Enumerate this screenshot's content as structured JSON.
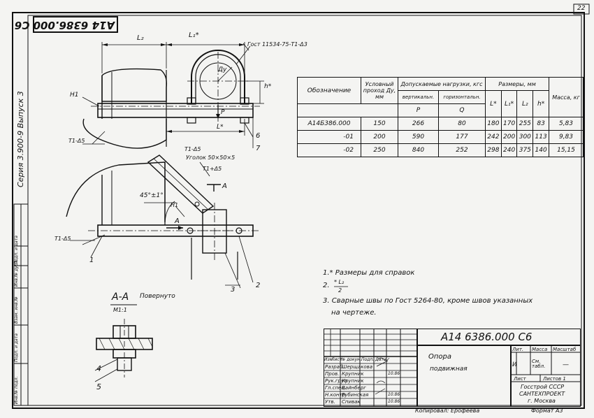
{
  "sheet": {
    "page_number": "22",
    "designation_rotated": "A14 6386.000 C6",
    "series_label": "Серия 3.900-9  Выпуск 3"
  },
  "drawing_labels": {
    "L2": "L₂",
    "L1": "L₁*",
    "gost_clamp": "Гост 11534-75-T1-Δ3",
    "dy": "Ду",
    "h_star": "h*",
    "H1": "H1",
    "P": "P",
    "L_star": "L*",
    "callout_6": "6",
    "callout_7": "7",
    "weld_5a": "T1-Δ5",
    "weld_5b": "T1-Δ5",
    "weld_5c": "T1+Δ5",
    "angle_label": "Уголок 50×50×5",
    "section_mark_top": "A",
    "angle_value": "45°±1°",
    "h1_label": "H1",
    "section_mark_bottom": "A",
    "weld_5d": "T1-Δ5",
    "callout_1": "1",
    "callout_2": "2",
    "callout_3": "3",
    "section_title": "A-A",
    "section_rotated": "Повернуто",
    "section_scale": "M1:1",
    "callout_4": "4",
    "callout_5": "5"
  },
  "table": {
    "headers": {
      "designation": "Обозначение",
      "nominal_bore": "Условный проход Ду, мм",
      "loads": "Допускаемые нагрузки, кгс",
      "vertical": "вертикальн.",
      "horizontal": "горизонтальн.",
      "P": "P",
      "Q": "Q",
      "dims": "Размеры, мм",
      "L_star": "L*",
      "L1": "L₁*",
      "L2": "L₂",
      "h_star": "h*",
      "mass": "Масса, кг"
    },
    "rows": [
      {
        "designation": "А14Б386.000",
        "dy": "150",
        "p": "266",
        "q": "80",
        "L": "180",
        "L1": "170",
        "L2": "255",
        "h": "83",
        "mass": "5,83"
      },
      {
        "designation": "-01",
        "dy": "200",
        "p": "590",
        "q": "177",
        "L": "242",
        "L1": "200",
        "L2": "300",
        "h": "113",
        "mass": "9,83"
      },
      {
        "designation": "-02",
        "dy": "250",
        "p": "840",
        "q": "252",
        "L": "298",
        "L1": "240",
        "L2": "375",
        "h": "140",
        "mass": "15,15"
      }
    ]
  },
  "notes": {
    "note1": "1.* Размеры для справок",
    "note2_prefix": "2.",
    "note2_formula_top": "* L₂",
    "note2_formula_bottom": "2",
    "note3_line1": "3. Сварные швы по Гост 5264-80, кроме швов указанных",
    "note3_line2": "на чертеже."
  },
  "title_block": {
    "code": "А14 6386.000 С6",
    "name_line1": "Опора",
    "name_line2": "подвижная",
    "lit_header": "Лит.",
    "mass_header": "Масса",
    "scale_header": "Масштаб",
    "lit_value": "И",
    "mass_value": "См. табл.",
    "scale_value": "—",
    "sheet_label": "Лист",
    "sheets_label": "Листов 1",
    "org_line1": "Госстрой СССР",
    "org_line2": "САНТЕХПРОЕКТ",
    "org_line3": "г. Москва",
    "copied": "Копировал: Ерофеева",
    "format": "Формат А3",
    "head_izm": "Изм",
    "head_list": "Лист",
    "head_doc": "№ докум.",
    "head_sign": "Подп.",
    "head_date": "Дата",
    "roles": [
      {
        "role": "Разраб.",
        "name": "Шерщакова"
      },
      {
        "role": "Пров.",
        "name": "Крупник"
      },
      {
        "role": "Рук.груп",
        "name": "Крупник"
      },
      {
        "role": "Гл.спец.",
        "name": "Вайнберг"
      },
      {
        "role": "Н.контр.",
        "name": "Рубинская"
      },
      {
        "role": "Утв.",
        "name": "Спивак"
      }
    ],
    "dates": [
      "10.86",
      "10.86",
      "10.86"
    ]
  },
  "side_stamp": {
    "cells": [
      "Инв.№ подл.",
      "Подп. и дата",
      "Взам. инв.№",
      "Инв.№ дубл.",
      "Подп. и дата"
    ]
  }
}
